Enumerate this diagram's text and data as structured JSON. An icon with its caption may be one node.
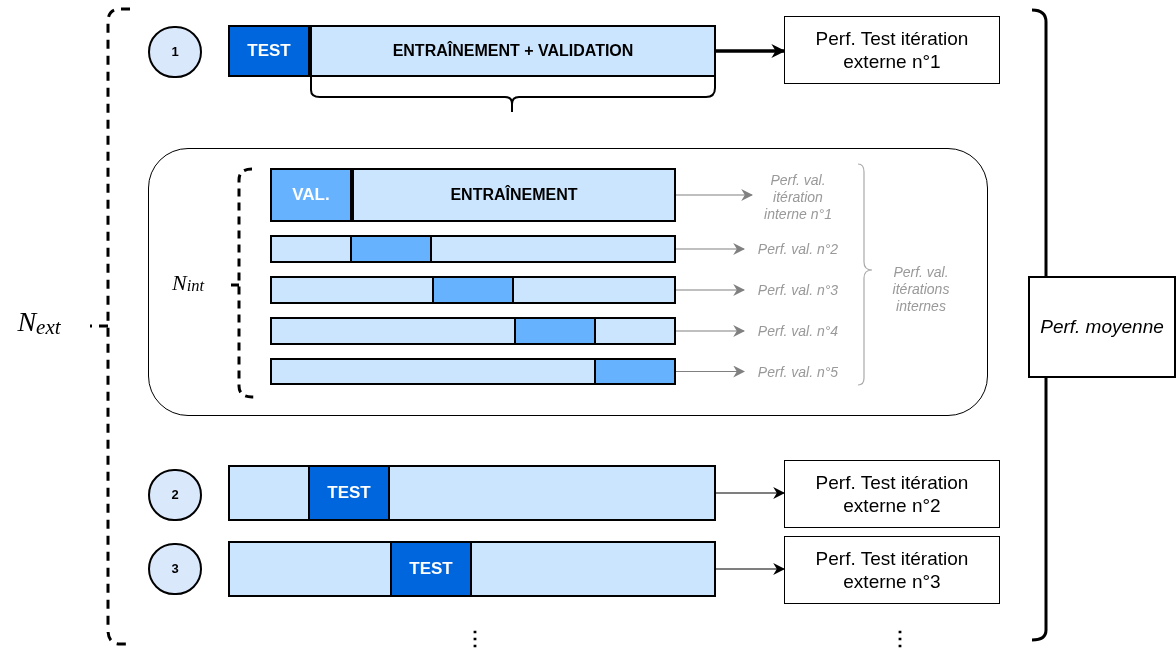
{
  "diagram": {
    "nodes": [
      {
        "text": [
          "1"
        ]
      },
      {
        "text": [
          "TEST"
        ]
      },
      {
        "text": [
          "ENTRAÎNEMENT + VALIDATION"
        ]
      },
      {
        "text": [
          "Perf. Test itération externe n°1"
        ]
      },
      {
        "text": [],
        "shape": "box"
      },
      {
        "text": [
          "VAL."
        ],
        "in": 4
      },
      {
        "text": [
          "ENTRAÎNEMENT"
        ],
        "in": 4
      },
      {
        "text": [
          "Perf. val. itération interne n°1"
        ],
        "in": 4
      },
      {
        "text": [],
        "shape": "bar",
        "in": 4
      },
      {
        "text": [],
        "shape": "bar",
        "in": 8
      },
      {
        "text": [
          "Perf. val. n°2"
        ],
        "in": 4
      },
      {
        "text": [],
        "shape": "bar",
        "in": 4
      },
      {
        "text": [],
        "shape": "bar",
        "in": 11
      },
      {
        "text": [
          "Perf. val. n°3"
        ],
        "in": 4
      },
      {
        "text": [],
        "shape": "bar",
        "in": 4
      },
      {
        "text": [],
        "shape": "bar",
        "in": 14
      },
      {
        "text": [
          "Perf. val. n°4"
        ],
        "in": 4
      },
      {
        "text": [],
        "shape": "bar",
        "in": 4
      },
      {
        "text": [],
        "shape": "bar",
        "in": 17
      },
      {
        "text": [
          "Perf. val. n°5"
        ],
        "in": 4
      },
      {
        "text": [
          "2"
        ]
      },
      {
        "text": [],
        "shape": "bar"
      },
      {
        "text": [
          "TEST"
        ],
        "in": 21
      },
      {
        "text": [
          "Perf. Test itération externe n°2"
        ]
      },
      {
        "text": [
          "3"
        ]
      },
      {
        "text": [],
        "shape": "bar"
      },
      {
        "text": [
          "TEST"
        ],
        "in": 25
      },
      {
        "text": [
          "Perf. Test itération externe n°3"
        ]
      },
      {
        "text": [
          "Perf. moyenne"
        ]
      }
    ],
    "edges": [
      {
        "from": 2,
        "to": 3,
        "arrow": "to",
        "style": "thick",
        "color": "#000000"
      },
      {
        "from": 6,
        "to": 7,
        "arrow": "to"
      },
      {
        "from": 8,
        "to": 10,
        "arrow": "to"
      },
      {
        "from": 11,
        "to": 13,
        "arrow": "to"
      },
      {
        "from": 14,
        "to": 16,
        "arrow": "to"
      },
      {
        "from": 17,
        "to": 19,
        "arrow": "to"
      },
      {
        "from": 21,
        "to": 23,
        "arrow": "to",
        "color": "#000000"
      },
      {
        "from": 25,
        "to": 27,
        "arrow": "to",
        "color": "#000000"
      }
    ],
    "labels": [
      "N$_{ext}$",
      "N$_{int}$",
      "Perf. val. itérations internes",
      "⋮",
      "⋮"
    ]
  }
}
